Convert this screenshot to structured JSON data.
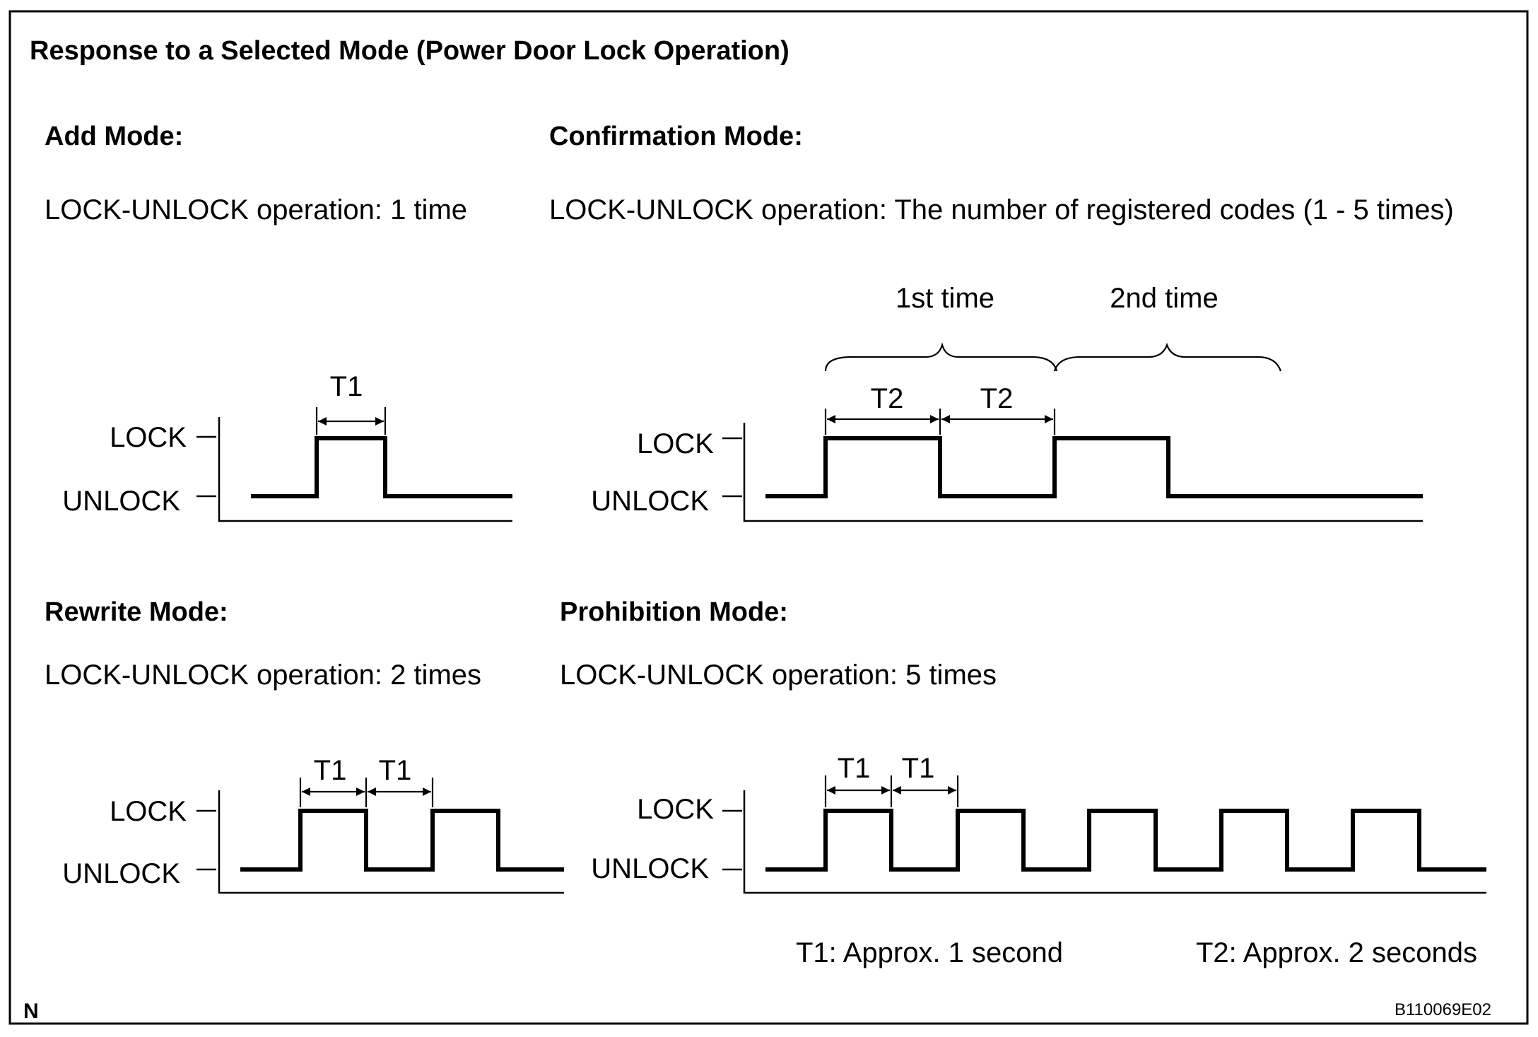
{
  "title": "Response to a Selected Mode (Power Door Lock Operation)",
  "modes": {
    "add": {
      "heading": "Add Mode:",
      "operation": "LOCK-UNLOCK operation: 1 time",
      "period_label": "T1"
    },
    "confirmation": {
      "heading": "Confirmation Mode:",
      "operation": "LOCK-UNLOCK operation: The number of registered codes (1 - 5 times)",
      "first_label": "1st time",
      "second_label": "2nd time",
      "period_label_1": "T2",
      "period_label_2": "T2"
    },
    "rewrite": {
      "heading": "Rewrite Mode:",
      "operation": "LOCK-UNLOCK operation: 2 times",
      "period_label_1": "T1",
      "period_label_2": "T1"
    },
    "prohibition": {
      "heading": "Prohibition Mode:",
      "operation": "LOCK-UNLOCK operation: 5 times",
      "period_label_1": "T1",
      "period_label_2": "T1"
    }
  },
  "levels": {
    "high": "LOCK",
    "low": "UNLOCK"
  },
  "legend": {
    "t1": "T1: Approx. 1 second",
    "t2": "T2: Approx. 2 seconds"
  },
  "corner_mark": "N",
  "figure_code": "B110069E02"
}
